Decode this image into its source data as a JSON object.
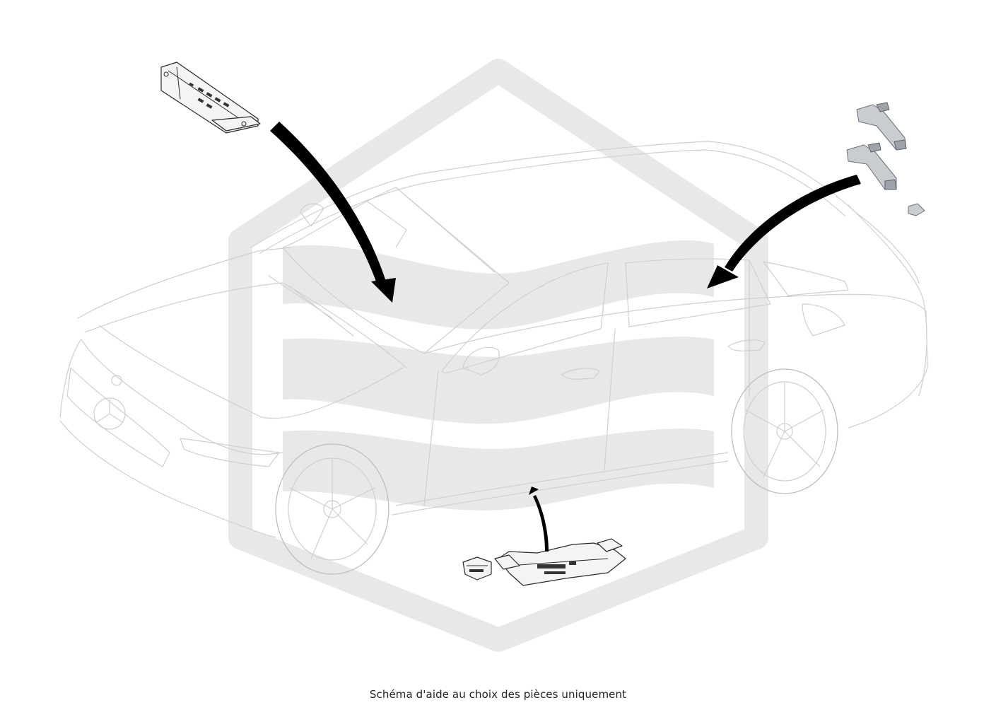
{
  "caption": "Schéma d'aide au choix des pièces uniquement",
  "colors": {
    "background": "#ffffff",
    "car_lines": "#cfcfcf",
    "watermark": "#e8e8e8",
    "arrows": "#000000",
    "part_lines": "#2a2a2a",
    "part_fill_grey": "#c9ccd1"
  },
  "diagram": {
    "vehicle": "car-outline",
    "callouts": [
      {
        "part_icon": "roof-control-module-icon",
        "target": "windshield-area"
      },
      {
        "part_icon": "rear-bracket-parts-icon",
        "target": "rear-side-window"
      },
      {
        "part_icon": "underbody-control-module-icon",
        "target": "door-sill"
      }
    ]
  }
}
